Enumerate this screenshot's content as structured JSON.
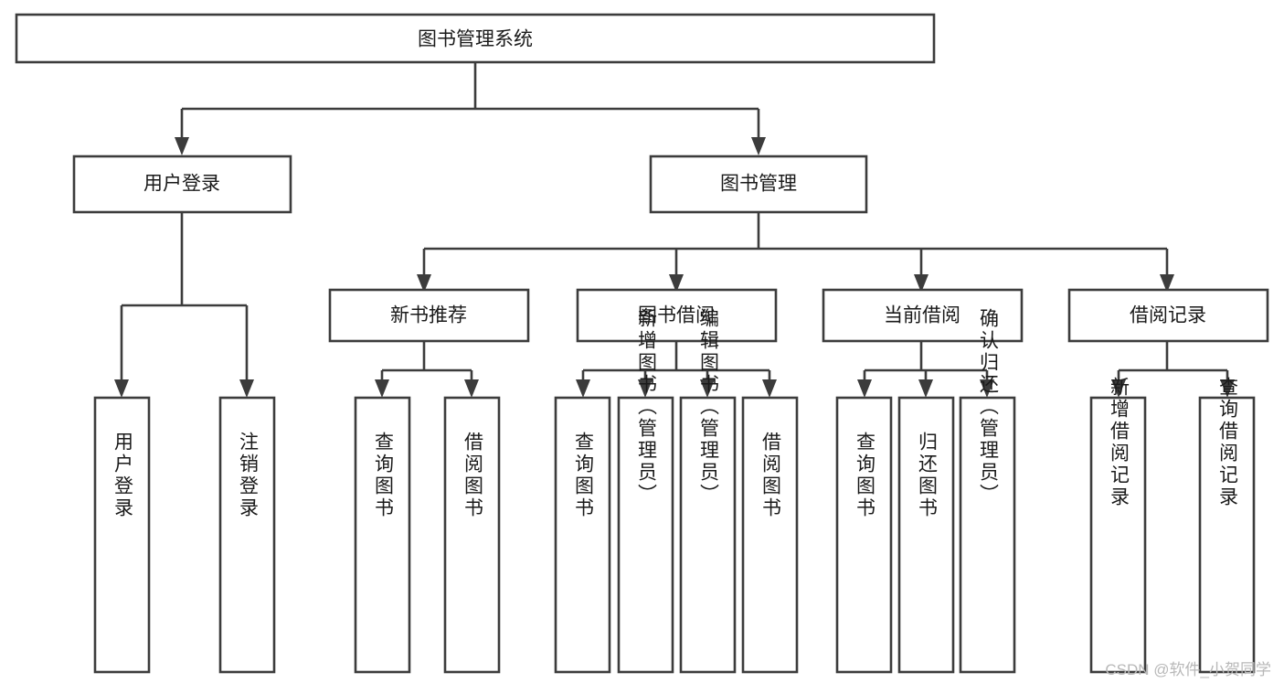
{
  "diagram": {
    "type": "tree-hierarchy",
    "title": "图书管理系统",
    "colors": {
      "box_stroke": "#3c3c3c",
      "box_fill": "#ffffff",
      "connector": "#3c3c3c",
      "label_text": "#1a1a1a",
      "background": "#ffffff",
      "watermark": "#b8b8b8"
    },
    "levels": {
      "level1": [
        "图书管理系统"
      ],
      "level2": [
        "用户登录",
        "图书管理"
      ],
      "level3": [
        "新书推荐",
        "图书借阅",
        "当前借阅",
        "借阅记录"
      ],
      "level4": [
        "用户登录",
        "注销登录",
        "查询图书",
        "借阅图书",
        "查询图书",
        "新增图书（管理员）",
        "编辑图书（管理员）",
        "借阅图书",
        "查询图书",
        "归还图书",
        "确认归还（管理员）",
        "新增借阅记录",
        "查询借阅记录"
      ]
    },
    "nodes": {
      "root": {
        "label": "图书管理系统"
      },
      "user_login": {
        "label": "用户登录"
      },
      "book_manage": {
        "label": "图书管理"
      },
      "new_book_rec": {
        "label": "新书推荐"
      },
      "book_borrow": {
        "label": "图书借阅"
      },
      "current_borrow": {
        "label": "当前借阅"
      },
      "borrow_record": {
        "label": "借阅记录"
      },
      "leaf_user_login": {
        "label": "用户登录"
      },
      "leaf_logout": {
        "label": "注销登录"
      },
      "leaf_query_book_1": {
        "label": "查询图书"
      },
      "leaf_borrow_book_1": {
        "label": "借阅图书"
      },
      "leaf_query_book_2": {
        "label": "查询图书"
      },
      "leaf_add_book": {
        "label": "新增图书（管理员）"
      },
      "leaf_edit_book": {
        "label": "编辑图书（管理员）"
      },
      "leaf_borrow_book_2": {
        "label": "借阅图书"
      },
      "leaf_query_book_3": {
        "label": "查询图书"
      },
      "leaf_return_book": {
        "label": "归还图书"
      },
      "leaf_confirm_return": {
        "label": "确认归还（管理员）"
      },
      "leaf_add_record": {
        "label": "新增借阅记录"
      },
      "leaf_query_record": {
        "label": "查询借阅记录"
      }
    },
    "edges": [
      {
        "from": "root",
        "to": "user_login"
      },
      {
        "from": "root",
        "to": "book_manage"
      },
      {
        "from": "user_login",
        "to": "leaf_user_login"
      },
      {
        "from": "user_login",
        "to": "leaf_logout"
      },
      {
        "from": "book_manage",
        "to": "new_book_rec"
      },
      {
        "from": "book_manage",
        "to": "book_borrow"
      },
      {
        "from": "book_manage",
        "to": "current_borrow"
      },
      {
        "from": "book_manage",
        "to": "borrow_record"
      },
      {
        "from": "new_book_rec",
        "to": "leaf_query_book_1"
      },
      {
        "from": "new_book_rec",
        "to": "leaf_borrow_book_1"
      },
      {
        "from": "book_borrow",
        "to": "leaf_query_book_2"
      },
      {
        "from": "book_borrow",
        "to": "leaf_add_book"
      },
      {
        "from": "book_borrow",
        "to": "leaf_edit_book"
      },
      {
        "from": "book_borrow",
        "to": "leaf_borrow_book_2"
      },
      {
        "from": "current_borrow",
        "to": "leaf_query_book_3"
      },
      {
        "from": "current_borrow",
        "to": "leaf_return_book"
      },
      {
        "from": "current_borrow",
        "to": "leaf_confirm_return"
      },
      {
        "from": "borrow_record",
        "to": "leaf_add_record"
      },
      {
        "from": "borrow_record",
        "to": "leaf_query_record"
      }
    ]
  },
  "watermark": {
    "text": "CSDN @软件_小贺同学"
  }
}
